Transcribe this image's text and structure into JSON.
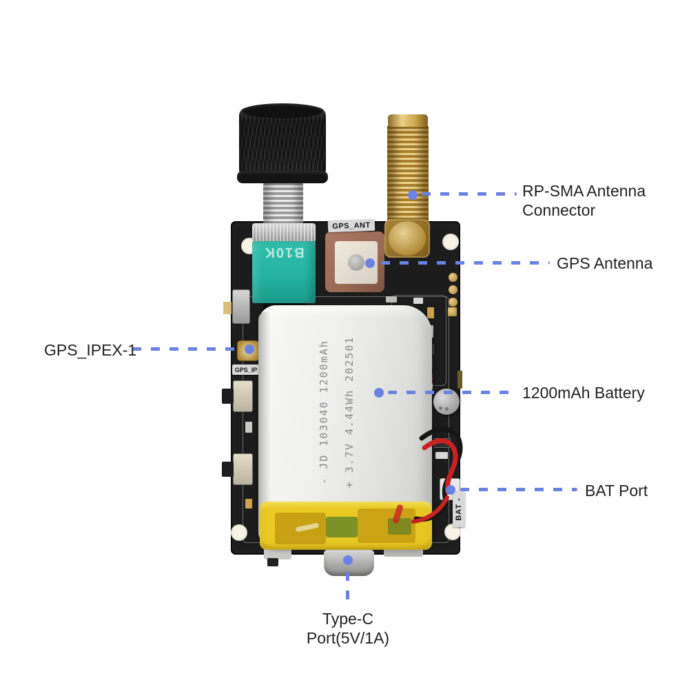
{
  "colors": {
    "accent": "#6b82e2",
    "pcb": "#1c1c1c",
    "teal": "#25b3a0",
    "gold": "#c9a44a",
    "ceramic": "#9a6a55",
    "battery": "#ececea",
    "tape": "#e8c517",
    "ink": "#212121",
    "sticker": "#d9d9d9",
    "silver": "#bdbdbb",
    "wire_red": "#c92222"
  },
  "callouts": {
    "rp_sma": {
      "label": "RP-SMA Antenna Connector"
    },
    "gps_antenna": {
      "label": "GPS Antenna"
    },
    "gps_ipex": {
      "label": "GPS_IPEX-1"
    },
    "battery": {
      "label": "1200mAh Battery"
    },
    "bat_port": {
      "label": "BAT Port"
    },
    "type_c": {
      "label": "Type-C Port(5V/1A)"
    }
  },
  "board": {
    "stickers": {
      "gps_ant": "GPS_ANT",
      "gps_ipex": "GPS_IP",
      "bat": "BAT -"
    },
    "potentiometer": {
      "marking": "B10K"
    },
    "battery_print": {
      "line1": "- JD 103040 1200mAh",
      "line2": "+ 3.7V 4.44Wh 202501"
    }
  }
}
